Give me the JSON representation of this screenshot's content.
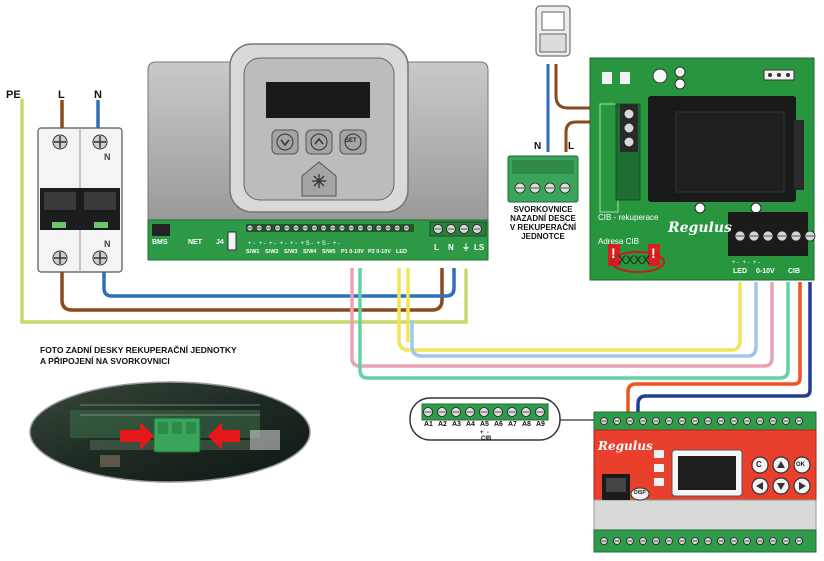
{
  "wires": {
    "pe_label": "PE",
    "l_label": "L",
    "n_label": "N"
  },
  "breaker": {
    "n1": "N",
    "n2": "N"
  },
  "controller_board": {
    "labels": {
      "bms": "BMS",
      "net": "NET",
      "j4": "J4"
    },
    "polarity_marks": "+ -  + -  + -  + -  + -  + S -  + S -  + -",
    "terminal_groups": [
      "S/W1",
      "S/W2",
      "S/W3",
      "S/W4",
      "S/W5",
      "P1 0-10V",
      "P2 0-10V",
      "LED"
    ],
    "power_terminals": [
      "L",
      "N",
      "⏚",
      "LS"
    ],
    "keypad": {
      "set_label": "SET"
    }
  },
  "connector_caption": [
    "SVORKOVNICE",
    "NAZADNÍ DESCE",
    "V REKUPERAČNÍ",
    "JEDNOTCE"
  ],
  "connector_labels": {
    "n": "N",
    "l": "L"
  },
  "cib_module": {
    "name": "CIB - rekuperace",
    "brand": "Regulus",
    "address_label": "Adresa CIB",
    "address_value": "XXXX",
    "alert": "!",
    "terminals": [
      "LED",
      "0-10V",
      "CIB"
    ],
    "terminal_marks": "+ -  + -  + -"
  },
  "photo_caption": [
    "FOTO ZADNÍ DESKY REKUPERAČNÍ JEDNOTKY",
    "A PŘIPOJENÍ NA SVORKOVNICI"
  ],
  "controller_terminals": {
    "labels": [
      "A1",
      "A2",
      "A3",
      "A4",
      "A5",
      "A6",
      "A7",
      "A8",
      "A9"
    ],
    "marks": "+  -",
    "bus_label": "CIB"
  },
  "main_controller": {
    "brand": "Regulus",
    "port_label": "DISP",
    "buttons": {
      "c": "C",
      "ok": "OK"
    }
  },
  "colors": {
    "pcb_green": "#2e9a47",
    "cib_green": "#27963f",
    "controller_red": "#e8402c",
    "wire_brown": "#8a4a1c",
    "wire_blue": "#2f6fb8",
    "wire_yellow": "#f4e45a",
    "wire_pink": "#e7a2b3",
    "wire_teal": "#63d0a6",
    "wire_orange": "#f0531f",
    "wire_navy": "#1f3f95",
    "wire_pe": "#c8d86a"
  }
}
